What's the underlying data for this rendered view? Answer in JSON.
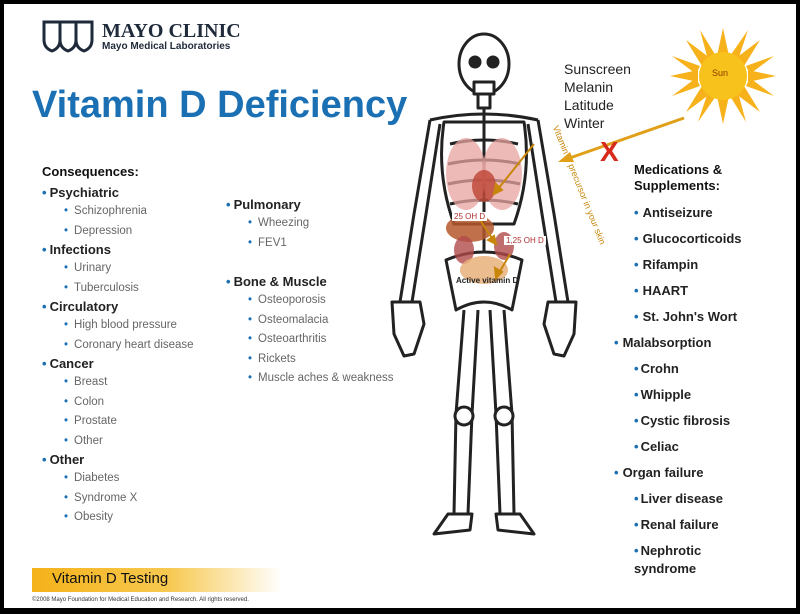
{
  "brand": {
    "name": "MAYO CLINIC",
    "subtitle": "Mayo Medical Laboratories"
  },
  "title": "Vitamin D Deficiency",
  "consequences": {
    "heading": "Consequences:",
    "groups": [
      {
        "label": "Psychiatric",
        "items": [
          "Schizophrenia",
          "Depression"
        ]
      },
      {
        "label": "Infections",
        "items": [
          "Urinary",
          "Tuberculosis"
        ]
      },
      {
        "label": "Circulatory",
        "items": [
          "High blood pressure",
          "Coronary heart disease"
        ]
      },
      {
        "label": "Cancer",
        "items": [
          "Breast",
          "Colon",
          "Prostate",
          "Other"
        ]
      },
      {
        "label": "Other",
        "items": [
          "Diabetes",
          "Syndrome X",
          "Obesity"
        ]
      }
    ],
    "groups2": [
      {
        "label": "Pulmonary",
        "items": [
          "Wheezing",
          "FEV1"
        ]
      },
      {
        "label": "Bone & Muscle",
        "items": [
          "Osteoporosis",
          "Osteomalacia",
          "Osteoarthritis",
          "Rickets",
          "Muscle aches & weakness"
        ]
      }
    ]
  },
  "factors": [
    "Sunscreen",
    "Melanin",
    "Latitude",
    "Winter"
  ],
  "sun_label": "Sun",
  "block_mark": "X",
  "body_labels": {
    "oh25": "25 OH D",
    "oh125": "1,25 OH D",
    "active": "Active vitamin D",
    "precursor": "Vitamin D precursor in your skin"
  },
  "medications": {
    "heading_line1": "Medications &",
    "heading_line2": "Supplements:",
    "items": [
      "Antiseizure",
      "Glucocorticoids",
      "Rifampin",
      "HAART",
      "St. John's Wort"
    ],
    "malabsorption": "Malabsorption",
    "malabsorption_items": [
      "Crohn",
      "Whipple",
      "Cystic fibrosis",
      "Celiac"
    ],
    "organ_failure": "Organ failure",
    "organ_failure_items": [
      "Liver disease",
      "Renal failure",
      "Nephrotic syndrome"
    ]
  },
  "footer": {
    "label": "Vitamin D Testing",
    "copyright": "©2008 Mayo Foundation for Medical Education and Research. All rights reserved."
  },
  "colors": {
    "title": "#1b6fb3",
    "bullet": "#1b6fb3",
    "footer_bar": "#f5b21a",
    "sun": "#f7b21b",
    "mark": "#d62a1a"
  }
}
